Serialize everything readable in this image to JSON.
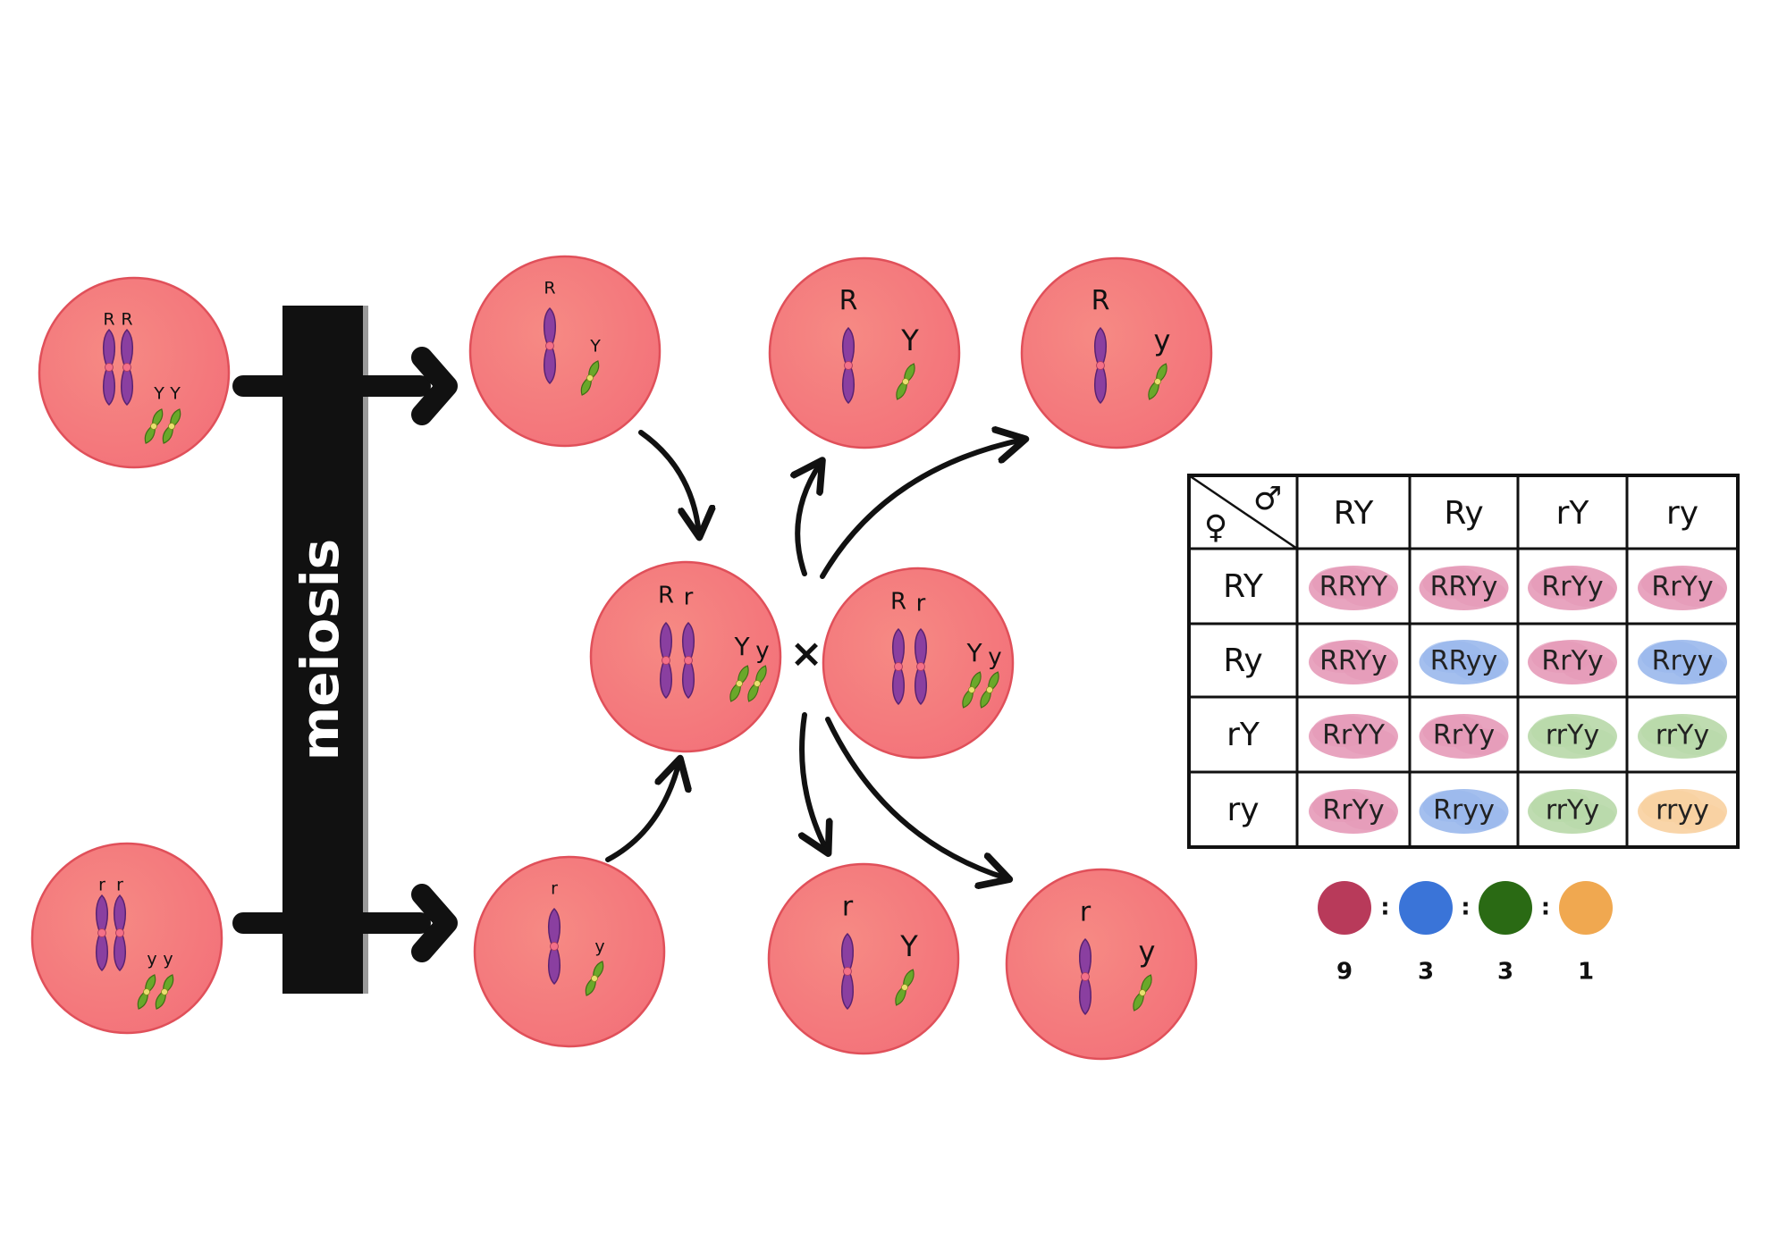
{
  "meiosis_label": "meiosis",
  "cross_symbol": "×",
  "cells": {
    "parent_top": {
      "alleles": [
        "R",
        "R",
        "Y",
        "Y"
      ]
    },
    "parent_bottom": {
      "alleles": [
        "r",
        "r",
        "y",
        "y"
      ]
    },
    "gamete_top": {
      "alleles": [
        "R",
        "Y"
      ]
    },
    "gamete_bottom": {
      "alleles": [
        "r",
        "y"
      ]
    },
    "f1_left": {
      "alleles": [
        "R",
        "r",
        "Y",
        "y"
      ]
    },
    "f1_right": {
      "alleles": [
        "R",
        "r",
        "Y",
        "y"
      ]
    },
    "gamete_RY": {
      "alleles": [
        "R",
        "Y"
      ]
    },
    "gamete_Ry": {
      "alleles": [
        "R",
        "y"
      ]
    },
    "gamete_rY": {
      "alleles": [
        "r",
        "Y"
      ]
    },
    "gamete_ry": {
      "alleles": [
        "r",
        "y"
      ]
    }
  },
  "punnett": {
    "male_symbol": "♂",
    "female_symbol": "♀",
    "col_headers": [
      "RY",
      "Ry",
      "rY",
      "ry"
    ],
    "row_headers": [
      "RY",
      "Ry",
      "rY",
      "ry"
    ],
    "cells": [
      [
        "RRYY",
        "RRYy",
        "RrYy",
        "RrYy"
      ],
      [
        "RRYy",
        "RRyy",
        "RrYy",
        "Rryy"
      ],
      [
        "RrYY",
        "RrYy",
        "rrYy",
        "rrYy"
      ],
      [
        "RrYy",
        "Rryy",
        "rrYy",
        "rryy"
      ]
    ],
    "cell_colors": [
      [
        "pink",
        "pink",
        "pink",
        "pink"
      ],
      [
        "pink",
        "blue",
        "pink",
        "blue"
      ],
      [
        "pink",
        "pink",
        "green",
        "green"
      ],
      [
        "pink",
        "blue",
        "green",
        "orange"
      ]
    ]
  },
  "ratio": {
    "separator": ":",
    "items": [
      {
        "value": "9",
        "color": "#b83a5a"
      },
      {
        "value": "3",
        "color": "#3a74d8"
      },
      {
        "value": "3",
        "color": "#2a6a14"
      },
      {
        "value": "1",
        "color": "#f0a850"
      }
    ]
  },
  "colors": {
    "cell_fill": "#f57f7c",
    "cell_stroke": "#e0505a",
    "chromosome_purple": "#8a3fa0",
    "chromosome_green": "#6aa82a",
    "pink_wash": "#e59ab8",
    "blue_wash": "#9ab8ec",
    "green_wash": "#b8d8a8",
    "orange_wash": "#f8d0a0"
  }
}
